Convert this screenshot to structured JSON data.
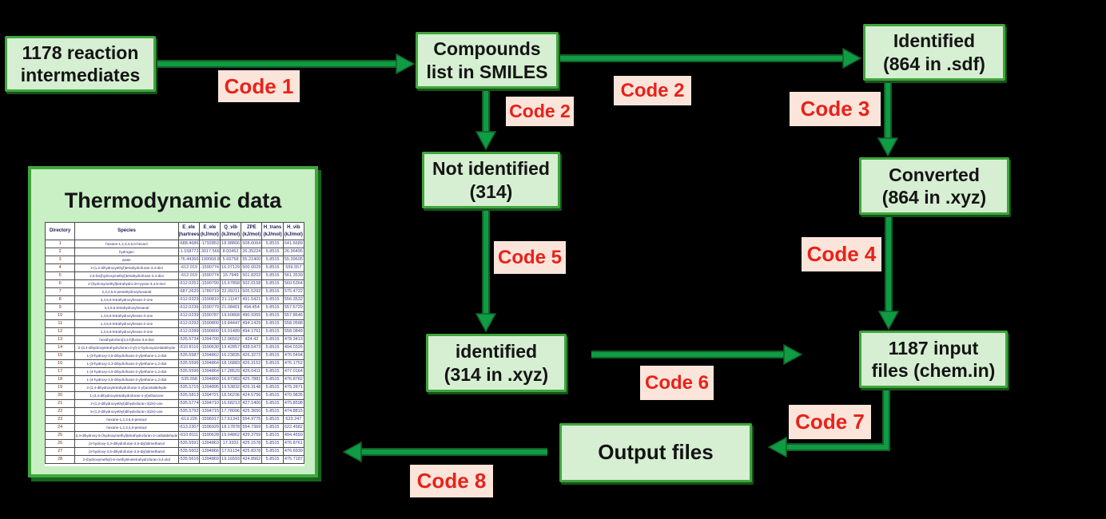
{
  "colors": {
    "box_fill": "#d6efd2",
    "box_border": "#3fa63c",
    "arrow_bright": "#0e9c44",
    "arrow_dark": "#145f27",
    "code_background": "#fbe5da",
    "code_text": "#e8221a",
    "panel_fill": "#c9efc5",
    "background": "#000000"
  },
  "flow": {
    "boxes": [
      {
        "line1": "1178 reaction",
        "line2": "intermediates"
      },
      {
        "line1": "Compounds",
        "line2": "list in SMILES"
      },
      {
        "line1": "Identified",
        "line2": "(864 in .sdf)"
      },
      {
        "line1": "Not identified",
        "line2": "(314)"
      },
      {
        "line1": "Converted",
        "line2": "(864 in .xyz)"
      },
      {
        "line1": "identified",
        "line2": "(314 in .xyz)"
      },
      {
        "line1": "1187 input",
        "line2": "files (chem.in)"
      },
      {
        "line1": "Output files"
      }
    ],
    "code_labels": [
      {
        "text": "Code 1"
      },
      {
        "text": "Code 2"
      },
      {
        "text": "Code 2"
      },
      {
        "text": "Code 3"
      },
      {
        "text": "Code 4"
      },
      {
        "text": "Code 5"
      },
      {
        "text": "Code 6"
      },
      {
        "text": "Code 7"
      },
      {
        "text": "Code 8"
      }
    ]
  },
  "table": {
    "title": "Thermodynamic data",
    "columns": [
      {
        "line1": "Directory",
        "line2": ""
      },
      {
        "line1": "Species",
        "line2": ""
      },
      {
        "line1": "E_ele",
        "line2": "(hartrees)"
      },
      {
        "line1": "E_ele",
        "line2": "(kJ/mol)"
      },
      {
        "line1": "Q_vib",
        "line2": "(kJ/mol)"
      },
      {
        "line1": "ZPE",
        "line2": "(kJ/mol)"
      },
      {
        "line1": "H_trans",
        "line2": "(kJ/mol)"
      },
      {
        "line1": "H_vib",
        "line2": "(kJ/mol)"
      }
    ],
    "rows": [
      [
        "1",
        "hexane-1,2,3,4,5,6-hexaol",
        "-688.4686",
        "-1792853",
        "18.98806",
        "508.0064",
        "5.8515",
        "641.6689"
      ],
      [
        "2",
        "hydrogen",
        "-1.158772",
        "-3017.566",
        "8.00452",
        "26.35224",
        "5.8515",
        "26.36495"
      ],
      [
        "3",
        "water",
        "-76.44366",
        "-199068.8",
        "5.66758",
        "55.21400",
        "5.8515",
        "55.39605"
      ],
      [
        "4",
        "2-(1,2-dihydroxyethyl)tetrahydrofuran-3,4-diol",
        "-612.019",
        "-1590774",
        "16.07129",
        "500.0029",
        "5.8515",
        "559.557"
      ],
      [
        "5",
        "2,5-bis(hydroxymethyl)tetrahydrofuran-3,4-diol",
        "-612.019",
        "-1590774",
        "15.7949",
        "501.8203",
        "5.8515",
        "561.3539"
      ],
      [
        "6",
        "2-(hydroxymethyl)tetrahydro-2H-pyran-3,4,5-triol",
        "-612.0251",
        "-1590790",
        "15.67858",
        "502.0158",
        "5.8515",
        "560.5364"
      ],
      [
        "7",
        "2,3,4,5,6-pentahydroxyhexanal",
        "-687.2620",
        "-1789719",
        "22.09211",
        "505.5292",
        "5.8515",
        "575.4722"
      ],
      [
        "8",
        "3,4,5,6-tetrahydroxyhexan-2-one",
        "-612.0329",
        "-1590810",
        "21.11147",
        "491.5421",
        "5.8515",
        "556.3532"
      ],
      [
        "9",
        "3,4,5,6-tetrahydroxyhexanal",
        "-612.0236",
        "-1590779",
        "21.08401",
        "494.454",
        "5.8515",
        "557.6729"
      ],
      [
        "10",
        "1,4,5,6-tetrahydroxyhexan-3-one",
        "-612.0239",
        "-1590787",
        "19.60868",
        "490.9355",
        "5.8515",
        "557.8646"
      ],
      [
        "11",
        "1,4,5,6-tetrahydroxyhexan-2-one",
        "-612.0292",
        "-1590800",
        "19.84447",
        "494.1429",
        "5.8515",
        "558.0588"
      ],
      [
        "12",
        "1,2,5,6-tetrahydroxyhexan-3-one",
        "-612.0289",
        "-1590800",
        "19.01489",
        "494.1761",
        "5.8515",
        "558.0849"
      ],
      [
        "13",
        "hexahydrofuro[3,2-b]furan-3,6-diol",
        "-535.5734",
        "-1394700",
        "12.96502",
        "424.42",
        "5.8515",
        "478.3413"
      ],
      [
        "14",
        "2-(3,4-dihydroxytetrahydrofuran-2-yl)-2-hydroxyacetaldehyde",
        "-610.8116",
        "-1590630",
        "19.42857",
        "438.5473",
        "5.8515",
        "494.0326"
      ],
      [
        "15",
        "1-(3-hydroxy-2,5-dihydrofuran-2-yl)ethane-1,2-diol",
        "-535.5587",
        "-1394862",
        "16.23835",
        "426.3273",
        "5.8515",
        "476.5494"
      ],
      [
        "16",
        "1-(3-hydroxy-2,3-dihydrofuran-2-yl)ethane-1,2-diol",
        "-535.5596",
        "-1394864",
        "18.16883",
        "426.3152",
        "5.8515",
        "476.1752"
      ],
      [
        "17",
        "1-(4-hydroxy-4,5-dihydrofuran-2-yl)ethane-1,2-diol",
        "-535.5596",
        "-1394864",
        "17.28529",
        "426.0411",
        "5.8515",
        "477.0164"
      ],
      [
        "18",
        "1-(4-hydroxy-2,5-dihydrofuran-2-yl)ethane-1,2-diol",
        "-535.558",
        "-1394860",
        "16.87383",
        "425.7881",
        "5.8515",
        "476.8782"
      ],
      [
        "19",
        "2-(3,4-dihydroxytetrahydrofuran-2-yl)acetaldehyde",
        "-535.5715",
        "-1394895",
        "19.53832",
        "426.3148",
        "5.8515",
        "475.2871"
      ],
      [
        "20",
        "1-(3,4-dihydroxytetrahydrofuran-2-yl)ethanone",
        "-535.5813",
        "-1394721",
        "18.56236",
        "424.5756",
        "5.8515",
        "470.9835"
      ],
      [
        "21",
        "2-(1,2-dihydroxyethyl)dihydrofuran-3(2H)-one",
        "-535.5774",
        "-1394710",
        "16.68213",
        "427.1400",
        "5.8515",
        "475.8598"
      ],
      [
        "22",
        "5-(1,2-dihydroxyethyl)dihydrofuran-3(2H)-one",
        "-535.5792",
        "-1394715",
        "17.78096",
        "425.3650",
        "5.8515",
        "474.8815"
      ],
      [
        "23",
        "hexane-1,2,3,5,6-pentaol",
        "-613.226",
        "-1596917",
        "17.61341",
        "554.9775",
        "5.8515",
        "623.247"
      ],
      [
        "24",
        "hexane-1,2,3,4,5-pentaol",
        "-613.2307",
        "-1596929",
        "18.17878",
        "554.7369",
        "5.8515",
        "622.4582"
      ],
      [
        "25",
        "3,4-dihydroxy-5-(hydroxymethyl)tetrahydrofuran-2-carbaldehyde",
        "-610.8111",
        "-1590628",
        "19.04862",
        "439.3759",
        "5.8515",
        "494.4559"
      ],
      [
        "26",
        "(3-hydroxy-2,3-dihydrofuran-2,5-diyl)dimethanol",
        "-535.5591",
        "-1394863",
        "17.3332",
        "425.1578",
        "5.8515",
        "476.8761"
      ],
      [
        "27",
        "(3-hydroxy-2,5-dihydrofuran-2,5-diyl)dimethanol",
        "-535.5602",
        "-1394866",
        "17.51134",
        "425.8378",
        "5.8515",
        "476.6939"
      ],
      [
        "28",
        "2-(hydroxymethyl)-5-methylenetetrahydrofuran-3,4-diol",
        "-535.5616",
        "-1394869",
        "19.16593",
        "424.8962",
        "5.8515",
        "475.7187"
      ]
    ]
  }
}
